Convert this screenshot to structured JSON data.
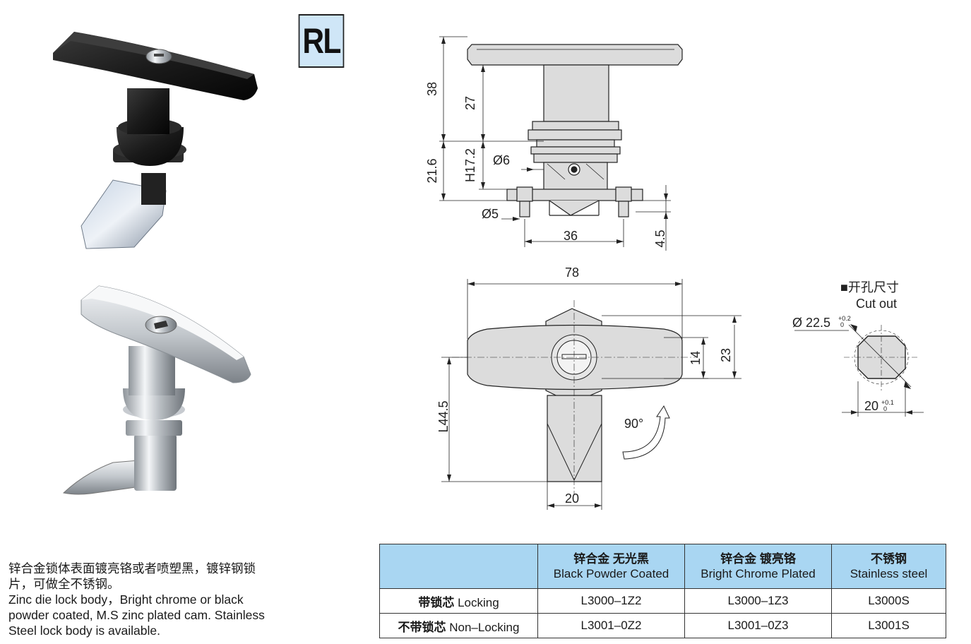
{
  "badge": "RL",
  "drawing": {
    "dim_38": "38",
    "dim_27": "27",
    "dim_21_6": "21.6",
    "dim_h17_2": "H17.2",
    "dim_d6": "Ø6",
    "dim_d5": "Ø5",
    "dim_36": "36",
    "dim_4_5": "4.5",
    "dim_78": "78",
    "dim_14": "14",
    "dim_23": "23",
    "dim_l44_5": "L44.5",
    "dim_20": "20",
    "rotation": "90°",
    "cutout_title_zh": "■开孔尺寸",
    "cutout_title_en": "Cut out",
    "cutout_dia": "Ø 22.5",
    "cutout_dia_tol_plus": "+0.2",
    "cutout_dia_tol_zero": "0",
    "cutout_width": "20",
    "cutout_width_tol_plus": "+0.1",
    "cutout_width_tol_zero": "0"
  },
  "description": {
    "zh_line1": "锌合金锁体表面镀亮铬或者喷塑黑，镀锌钢锁",
    "zh_line2": "片，可做全不锈钢。",
    "en_line1": "Zinc die lock body，Bright chrome or black",
    "en_line2": "powder coated, M.S zinc plated cam. Stainless",
    "en_line3": "Steel lock body is available."
  },
  "table": {
    "headers": [
      {
        "zh": "",
        "en": ""
      },
      {
        "zh": "锌合金 无光黑",
        "en": "Black Powder Coated"
      },
      {
        "zh": "锌合金 镀亮铬",
        "en": "Bright Chrome Plated"
      },
      {
        "zh": "不锈钢",
        "en": "Stainless steel"
      }
    ],
    "rows": [
      {
        "label_zh": "带锁芯",
        "label_en": "Locking",
        "cells": [
          "L3000–1Z2",
          "L3000–1Z3",
          "L3000S"
        ]
      },
      {
        "label_zh": "不带锁芯",
        "label_en": "Non–Locking",
        "cells": [
          "L3001–0Z2",
          "L3001–0Z3",
          "L3001S"
        ]
      }
    ]
  },
  "colors": {
    "badge_bg": "#cfe6f7",
    "table_header_bg": "#a9d6f2",
    "lock_black": "#1c1c1c",
    "lock_chrome": "#c9ccd0",
    "drawing_fill": "#dcdcdc"
  }
}
